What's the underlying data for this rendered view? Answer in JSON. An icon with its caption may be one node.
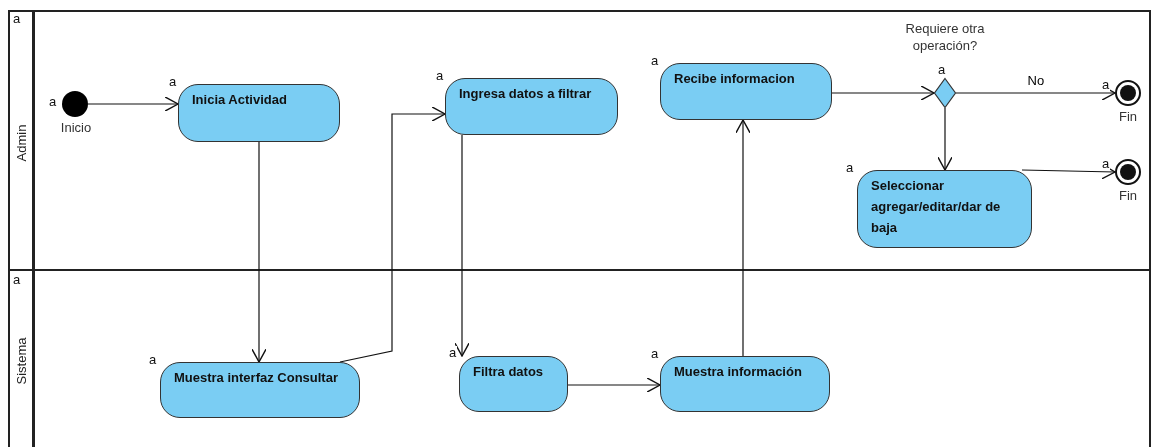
{
  "diagram": {
    "nodes": [
      {
        "text": [
          "Admin"
        ]
      },
      {
        "text": [
          "Sistema"
        ]
      },
      {
        "text": [],
        "shape": "circle",
        "beside": [
          "Inicio"
        ],
        "in": 0
      },
      {
        "text": [
          "Inicia Actividad"
        ],
        "in": 0
      },
      {
        "text": [
          "Ingresa datos a filtrar"
        ],
        "in": 0
      },
      {
        "text": [
          "Recibe informacion"
        ],
        "in": 0
      },
      {
        "text": [],
        "shape": "diamond",
        "beside": [
          "Requiere otra operación?"
        ],
        "in": 0
      },
      {
        "text": [],
        "shape": "circle",
        "beside": [
          "Fin"
        ],
        "in": 0
      },
      {
        "text": [
          "Seleccionar agregar/editar/dar de baja"
        ],
        "in": 0
      },
      {
        "text": [],
        "shape": "circle",
        "beside": [
          "Fin"
        ],
        "in": 0
      },
      {
        "text": [
          "Muestra interfaz Consultar"
        ],
        "in": 1
      },
      {
        "text": [
          "Filtra datos"
        ],
        "in": 1
      },
      {
        "text": [
          "Muestra información"
        ],
        "in": 1
      }
    ],
    "edges": [
      {
        "from": 2,
        "to": 3,
        "arrow": "to"
      },
      {
        "from": 3,
        "to": 10,
        "arrow": "to"
      },
      {
        "from": 10,
        "to": 4,
        "arrow": "to"
      },
      {
        "from": 4,
        "to": 11,
        "arrow": "to"
      },
      {
        "from": 11,
        "to": 12,
        "arrow": "to"
      },
      {
        "from": 12,
        "to": 5,
        "arrow": "to"
      },
      {
        "from": 5,
        "to": 6,
        "arrow": "to"
      },
      {
        "from": 6,
        "to": 7,
        "arrow": "to",
        "label": "No"
      },
      {
        "from": 6,
        "to": 8,
        "arrow": "to"
      },
      {
        "from": 8,
        "to": 9,
        "arrow": "to"
      }
    ],
    "labels": [
      "a",
      "a",
      "a",
      "a",
      "a",
      "a",
      "a",
      "a",
      "a",
      "a",
      "a",
      "a",
      "a"
    ]
  }
}
